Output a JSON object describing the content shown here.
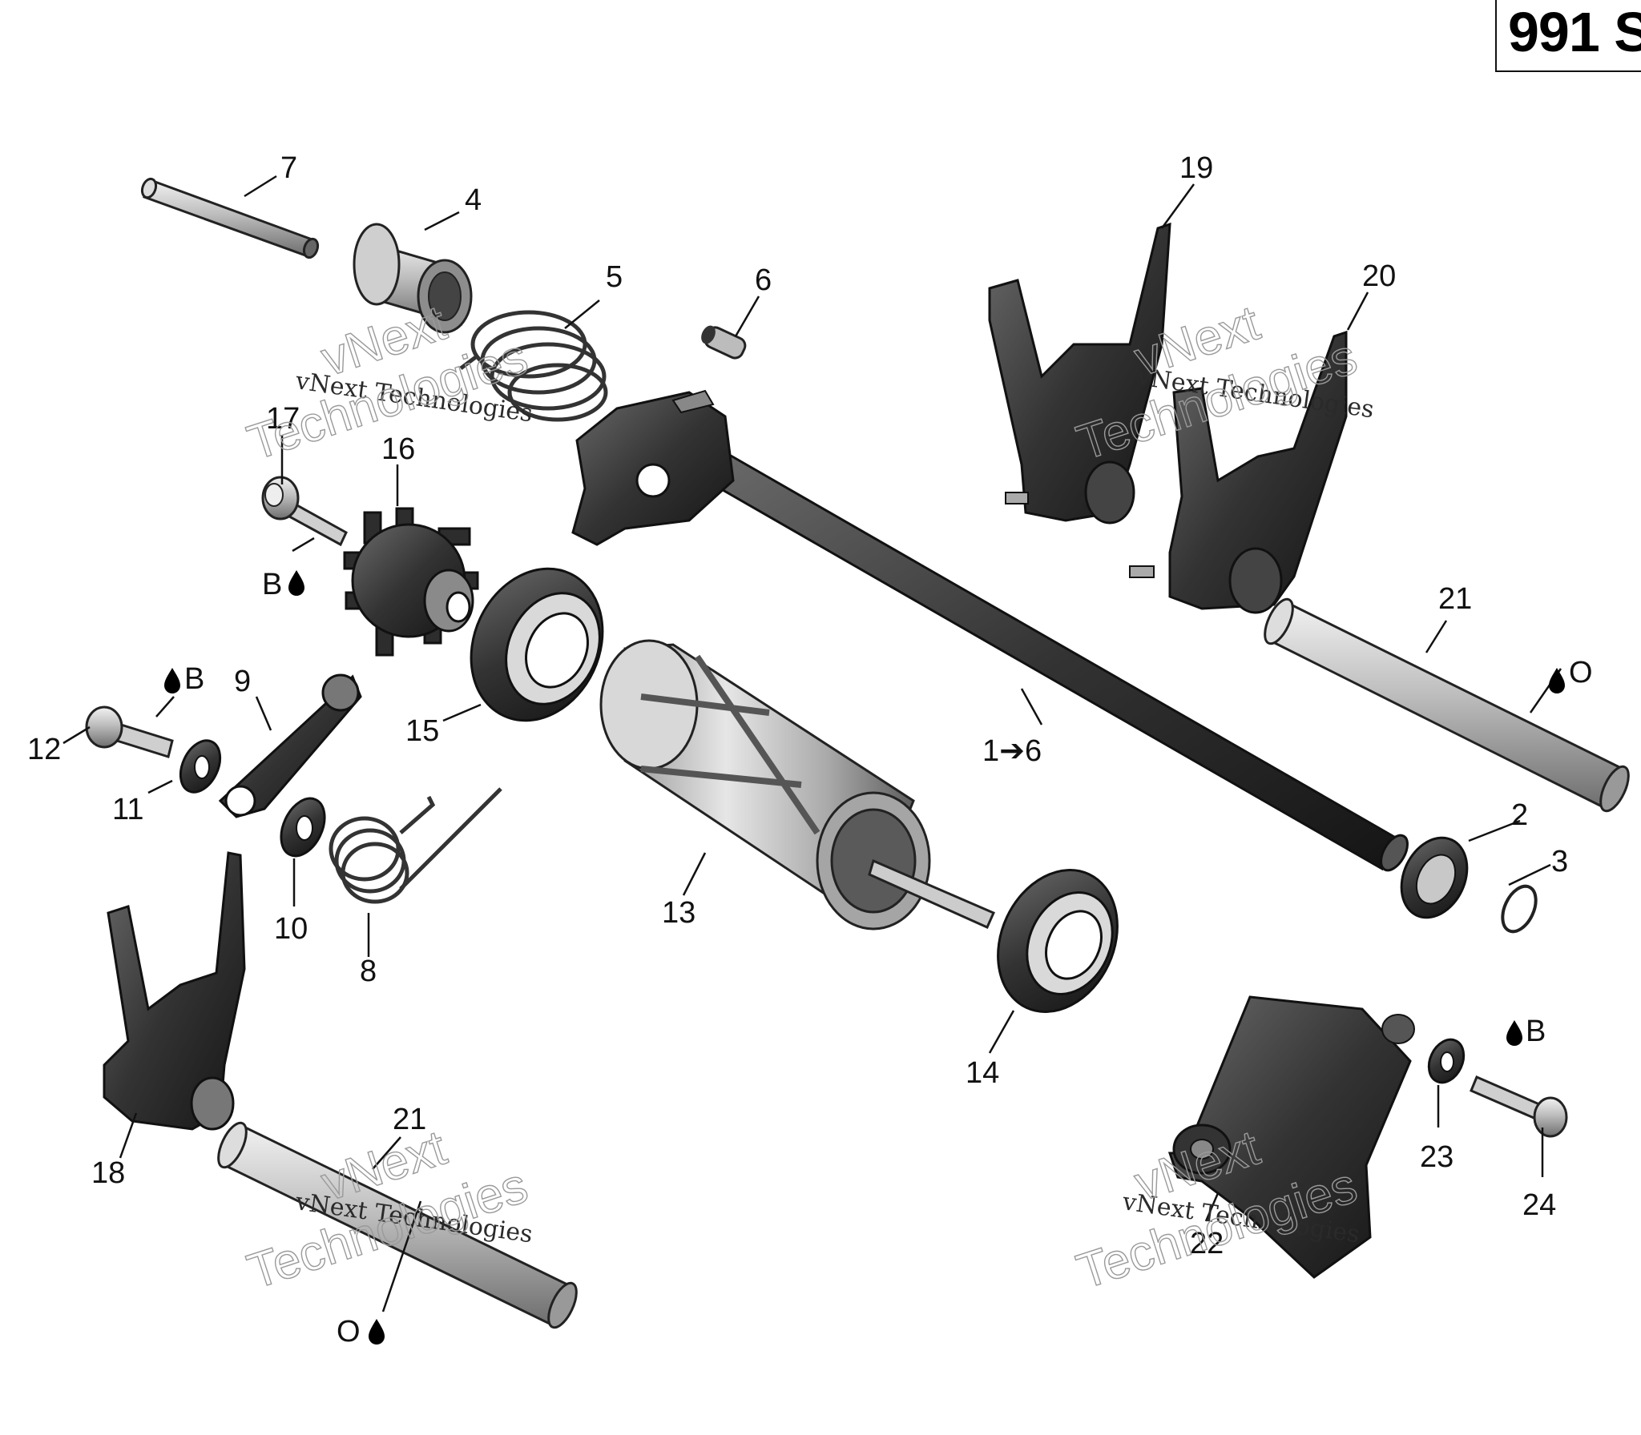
{
  "diagram_code": "991 S",
  "callouts": [
    "7",
    "4",
    "5",
    "6",
    "19",
    "20",
    "17",
    "16",
    "B",
    "21",
    "O",
    "9",
    "B",
    "12",
    "15",
    "1➔6",
    "11",
    "2",
    "3",
    "10",
    "8",
    "13",
    "18",
    "14",
    "B",
    "23",
    "24",
    "21",
    "22",
    "O"
  ],
  "watermarks": [
    "vNext Technologies",
    "vNext",
    "Technologies"
  ],
  "icons": [
    "oil-drop-icon"
  ]
}
